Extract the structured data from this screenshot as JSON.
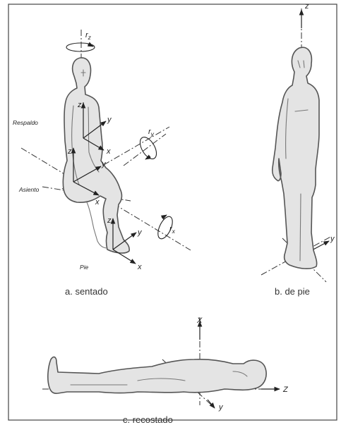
{
  "captions": {
    "sitting": "a. sentado",
    "standing": "b. de pie",
    "lying": "c. recostado"
  },
  "part_labels": {
    "backrest": "Respaldo",
    "seat": "Asiento",
    "feet": "Pie"
  },
  "axis_labels": {
    "rotation_z": "r",
    "rotation_z_sub": "z",
    "rotation_y": "r",
    "rotation_y_sub": "y",
    "rotation_x": "r",
    "rotation_x_sub": "x",
    "x": "x",
    "y": "y",
    "z": "z",
    "big_x": "X",
    "big_z": "Z"
  }
}
